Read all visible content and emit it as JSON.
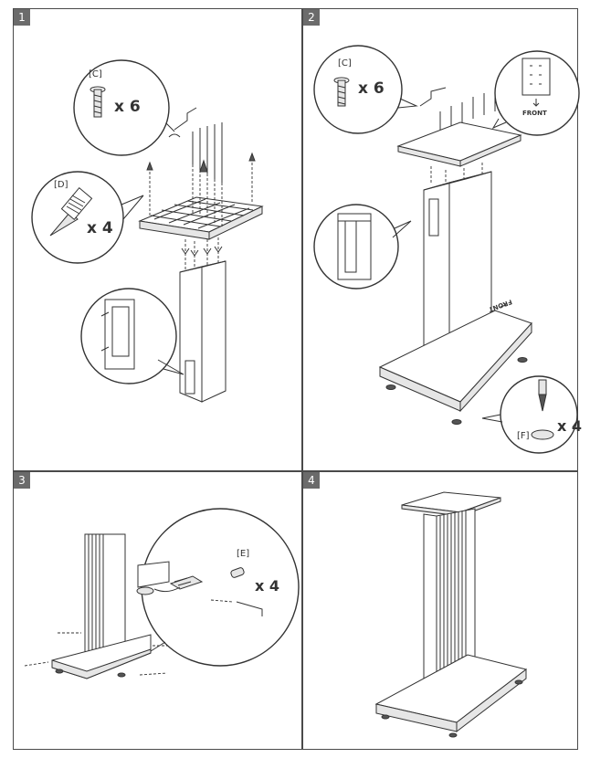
{
  "steps": [
    {
      "number": "1",
      "part_c": "[C]",
      "qty_c": "x 6",
      "part_d": "[D]",
      "qty_d": "x 4"
    },
    {
      "number": "2",
      "part_c": "[C]",
      "qty_c": "x 6",
      "front_label": "FRONT",
      "floor_label": "FRONT",
      "part_f": "[F]",
      "qty_f": "x 4"
    },
    {
      "number": "3",
      "part_e": "[E]",
      "qty_e": "x 4"
    },
    {
      "number": "4"
    }
  ]
}
